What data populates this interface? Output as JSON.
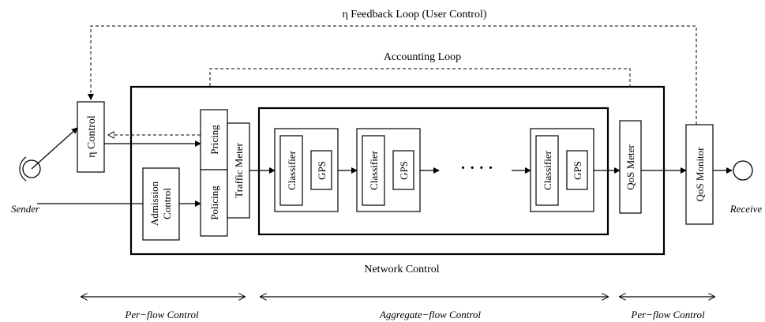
{
  "loops": {
    "feedback": "η  Feedback Loop  (User Control)",
    "accounting": "Accounting Loop"
  },
  "endpoints": {
    "sender": "Sender",
    "receiver": "Receive"
  },
  "blocks": {
    "eta_control": "η  Control",
    "admission_line1": "Admission",
    "admission_line2": "Control",
    "pricing": "Pricing",
    "policing": "Policing",
    "traffic_meter": "Traffic Meter",
    "classifier": "Classifier",
    "gps": "GPS",
    "ellipsis": "· · · ·",
    "qos_meter": "QoS Meter",
    "qos_monitor": "QoS Monitor"
  },
  "network_control": "Network Control",
  "scope_labels": {
    "left": "Per−flow Control",
    "middle": "Aggregate−flow Control",
    "right": "Per−flow Control"
  }
}
